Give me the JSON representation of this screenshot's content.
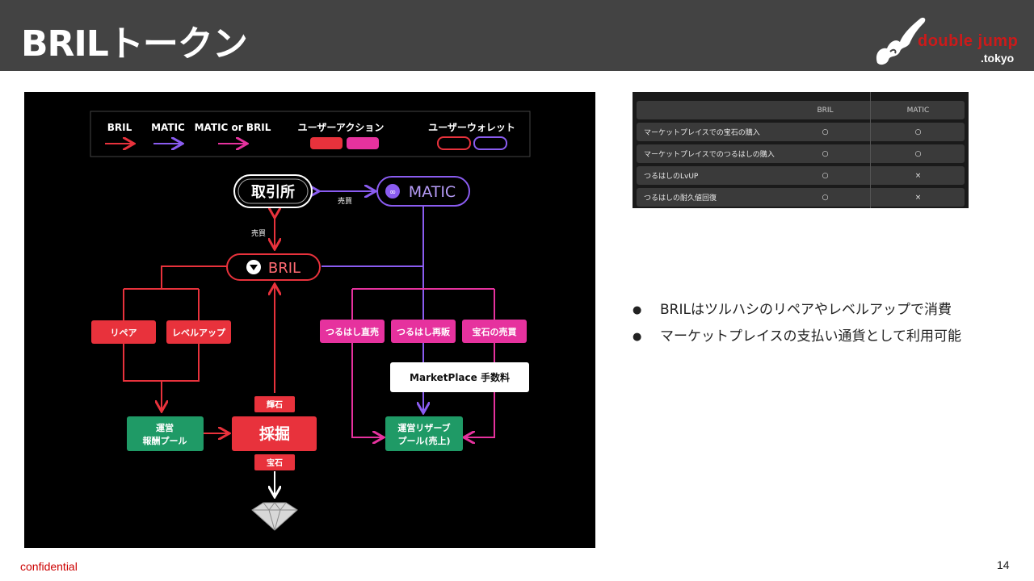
{
  "header": {
    "title": "BRILトークン",
    "logo_line1": "double jump",
    "logo_line2": ".tokyo"
  },
  "diagram": {
    "legend": {
      "bril": "BRIL",
      "matic": "MATIC",
      "matic_or_bril": "MATIC or BRIL",
      "user_action": "ユーザーアクション",
      "user_wallet": "ユーザーウォレット"
    },
    "exchange": "取引所",
    "matic_node": "MATIC",
    "bril_node": "BRIL",
    "trade_horizontal": "売買",
    "trade_vertical": "売買",
    "repair": "リペア",
    "level_up": "レベルアップ",
    "direct_sale": "つるはし直売",
    "resale": "つるはし再販",
    "gem_sale": "宝石の売買",
    "marketplace_fee": "MarketPlace 手数料",
    "ops_reward_pool_line1": "運営",
    "ops_reward_pool_line2": "報酬プール",
    "mining": "採掘",
    "kiseki": "輝石",
    "gem": "宝石",
    "reserve_pool_line1": "運営リザーブ",
    "reserve_pool_line2": "プール(売上)"
  },
  "table": {
    "headers": [
      "",
      "BRIL",
      "MATIC"
    ],
    "rows": [
      [
        "マーケットプレイスでの宝石の購入",
        "○",
        "○"
      ],
      [
        "マーケットプレイスでのつるはしの購入",
        "○",
        "○"
      ],
      [
        "つるはしのLvUP",
        "○",
        "×"
      ],
      [
        "つるはしの耐久値回復",
        "○",
        "×"
      ]
    ]
  },
  "bullets": [
    "BRILはツルハシのリペアやレベルアップで消費",
    "マーケットプレイスの支払い通貨として利用可能"
  ],
  "bullet_symbol": "●",
  "footer": {
    "confidential": "confidential",
    "page_number": "14"
  },
  "colors": {
    "bril_red": "#e8323c",
    "matic_purple": "#8a5cf0",
    "pink": "#e6329e",
    "green": "#1f9a66",
    "header_bg": "#434343",
    "accent_red": "#cc1a1a"
  }
}
